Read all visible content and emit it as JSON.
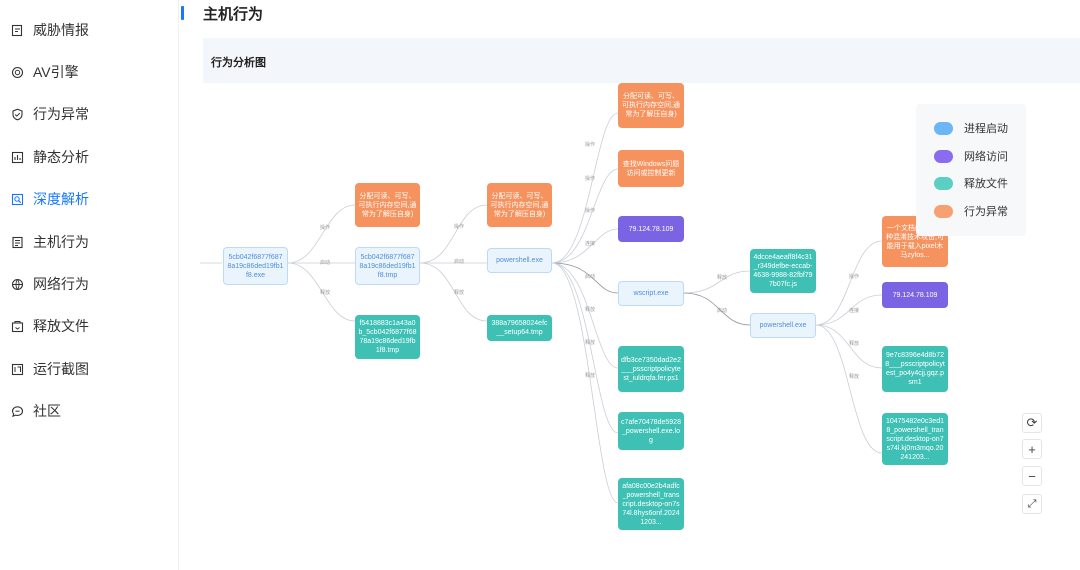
{
  "sidebar": {
    "items": [
      {
        "label": "威胁情报",
        "icon": "threat-intel-icon",
        "active": false
      },
      {
        "label": "AV引擎",
        "icon": "av-engine-icon",
        "active": false
      },
      {
        "label": "行为异常",
        "icon": "behavior-anomaly-icon",
        "active": false
      },
      {
        "label": "静态分析",
        "icon": "static-analysis-icon",
        "active": false
      },
      {
        "label": "深度解析",
        "icon": "deep-analysis-icon",
        "active": true
      },
      {
        "label": "主机行为",
        "icon": "host-behavior-icon",
        "active": false
      },
      {
        "label": "网络行为",
        "icon": "network-behavior-icon",
        "active": false
      },
      {
        "label": "释放文件",
        "icon": "dropped-files-icon",
        "active": false
      },
      {
        "label": "运行截图",
        "icon": "screenshot-icon",
        "active": false
      },
      {
        "label": "社区",
        "icon": "community-icon",
        "active": false
      }
    ]
  },
  "page": {
    "title": "主机行为",
    "panel_title": "行为分析图"
  },
  "legend": {
    "items": [
      {
        "label": "进程启动",
        "color": "#6cb6f5"
      },
      {
        "label": "网络访问",
        "color": "#8a6cf0"
      },
      {
        "label": "释放文件",
        "color": "#5ccfc3"
      },
      {
        "label": "行为异常",
        "color": "#f7a071"
      }
    ]
  },
  "colors": {
    "accent": "#1677ff",
    "process": "#eaf4fd",
    "network": "#7b64e3",
    "file": "#3fc0b4",
    "anomaly": "#f5925e"
  },
  "graph": {
    "nodes": {
      "n1": "5cb042f6877f6878a19c86ded19fb1f8.exe",
      "n2": "分配可读、可写、可执行内存空间,通常为了解压自身)",
      "n3": "5cb042f6877f6878a19c86ded19fb1f8.tmp",
      "n4": "f5418883c1a43a0b_5cb042f6877f6878a19c86ded19fb1f8.tmp",
      "n5": "分配可读、可写、可执行内存空间,通常为了解压自身)",
      "n6": "powershell.exe",
      "n7": "388a79658024efc__setup64.tmp",
      "n8": "分配可读、可写、可执行内存空间,通常为了解压自身)",
      "n9": "查找Windows问题访问或控制更新",
      "n10": "79.124.78.109",
      "n11": "wscript.exe",
      "n12": "dfb3ce7350dad2e2___psscriptpolicytest_iuldrqfa.fer.ps1",
      "n13": "c7afe70478de5928_powershell.exe.log",
      "n14": "afa08c00e2b4adfc_powershell_transcript.desktop-on7s74l.8hys6onf.20241203...",
      "n15": "4dcce4aeaff8f4c31_r349defbe-eccab-4638-9988-82fbf797b07fc.js",
      "n16": "powershell.exe",
      "n17": "一个文档内嵌入多种混淆技术攻击,可能用于载入pixel木马zyfos...",
      "n18": "79.124.78.109",
      "n19": "9e7c8396e4d8b728___psscriptpolicytest_po4y4cjj.gqz.psm1",
      "n20": "10475482e0c3ed18_powershell_transcript.desktop-on7s74l.kj0m3mqo.20241203..."
    },
    "edge_labels": {
      "e1": "启动",
      "e2": "操作",
      "e3": "释放",
      "e4": "启动",
      "e5": "操作",
      "e6": "释放",
      "e7": "操作",
      "e8": "操作",
      "e9": "操作",
      "e10": "连接",
      "e11": "启动",
      "e12": "释放",
      "e13": "释放",
      "e14": "释放",
      "e15": "释放",
      "e16": "启动",
      "e17": "操作",
      "e18": "连接",
      "e19": "释放",
      "e20": "释放"
    }
  },
  "controls": {
    "refresh": "⟳",
    "zoom_in": "+",
    "zoom_out": "−",
    "fullscreen": "⤢"
  }
}
